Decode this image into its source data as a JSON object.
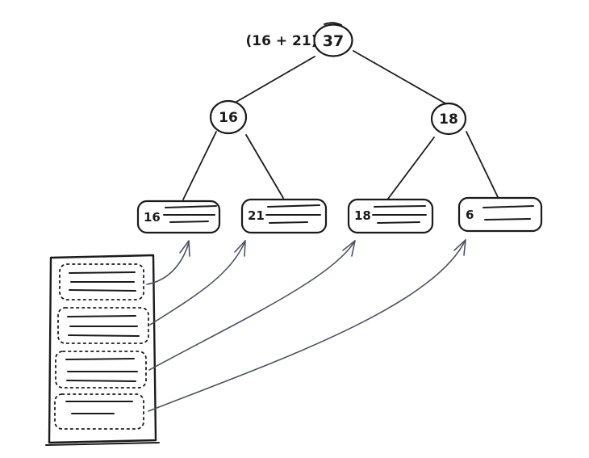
{
  "colors": {
    "ink": "#1b1b1b",
    "arrow": "#4b5363",
    "background": "#ffffff"
  },
  "tree": {
    "root": {
      "annotation": "(16 + 21)",
      "label": "37"
    },
    "internal": [
      {
        "label": "16"
      },
      {
        "label": "18"
      }
    ],
    "leaves": [
      {
        "label": "16",
        "content_lines": 3
      },
      {
        "label": "21",
        "content_lines": 3
      },
      {
        "label": "18",
        "content_lines": 3
      },
      {
        "label": "6",
        "content_lines": 2
      }
    ]
  },
  "document": {
    "items": [
      {
        "content_lines": 3
      },
      {
        "content_lines": 3
      },
      {
        "content_lines": 3
      },
      {
        "content_lines": 2
      }
    ]
  }
}
